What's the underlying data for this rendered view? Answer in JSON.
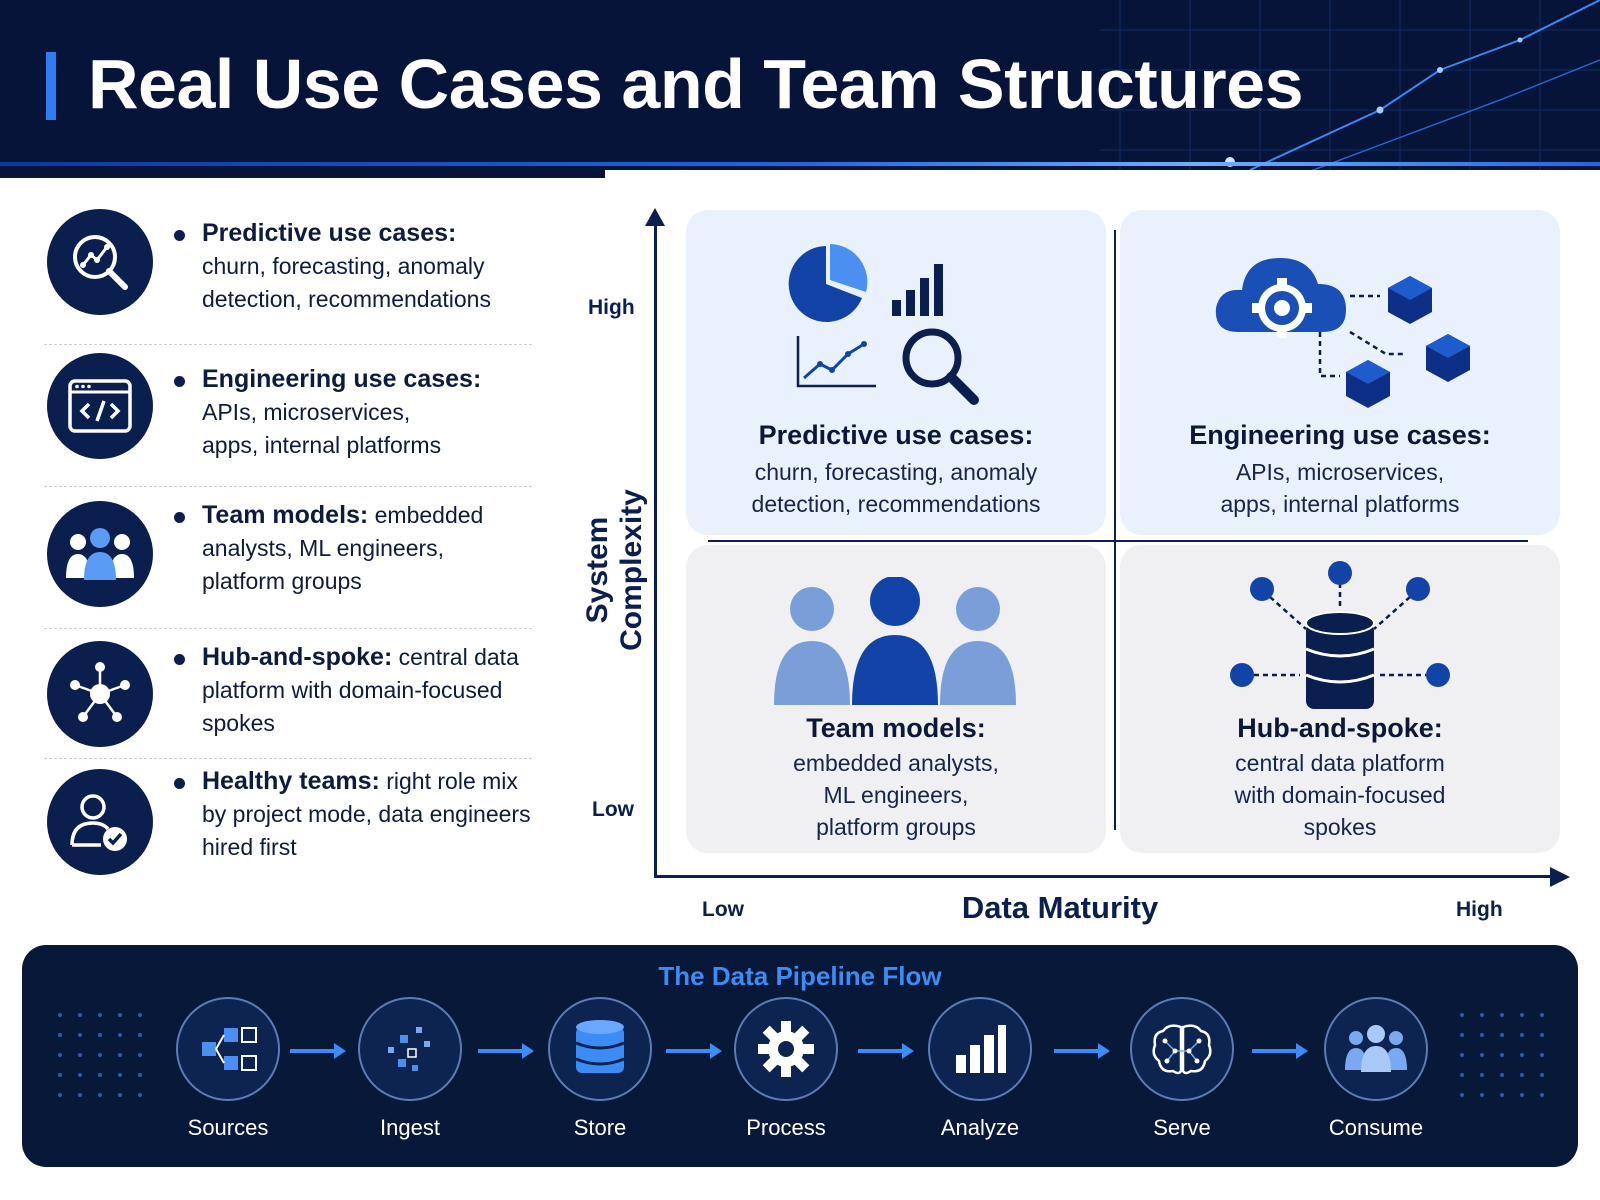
{
  "header": {
    "title": "Real Use Cases and Team Structures"
  },
  "left_items": [
    {
      "icon": "analytics-search-icon",
      "strong": "Predictive use cases:",
      "line1": "churn, forecasting, anomaly",
      "line2": "detection, recommendations"
    },
    {
      "icon": "code-window-icon",
      "strong": "Engineering use cases:",
      "line1": "APIs, microservices,",
      "line2": "apps, internal platforms"
    },
    {
      "icon": "team-icon",
      "strong": "Team models:",
      "rest": " embedded",
      "line1": "analysts, ML engineers,",
      "line2": "platform groups"
    },
    {
      "icon": "hub-network-icon",
      "strong": "Hub-and-spoke:",
      "rest": " central data",
      "line1": "platform with domain-focused",
      "line2": "spokes"
    },
    {
      "icon": "user-check-icon",
      "strong": "Healthy teams:",
      "rest": " right role mix",
      "line1": "by project mode, data engineers",
      "line2": "hired first"
    }
  ],
  "chart": {
    "y_title": "System Complexity",
    "x_title": "Data Maturity",
    "y_high": "High",
    "y_low": "Low",
    "x_low": "Low",
    "x_high": "High"
  },
  "quadrants": {
    "top_left": {
      "title": "Predictive use cases:",
      "line1": "churn, forecasting, anomaly",
      "line2": "detection, recommendations"
    },
    "top_right": {
      "title": "Engineering use cases:",
      "line1": "APIs, microservices,",
      "line2": "apps, internal platforms"
    },
    "bottom_left": {
      "title": "Team models:",
      "line1": "embedded analysts,",
      "line2": "ML engineers,",
      "line3": "platform groups"
    },
    "bottom_right": {
      "title": "Hub-and-spoke:",
      "line1": "central data platform",
      "line2": "with domain-focused",
      "line3": "spokes"
    }
  },
  "pipeline": {
    "title": "The Data Pipeline Flow",
    "steps": [
      {
        "label": "Sources",
        "icon": "sources-icon"
      },
      {
        "label": "Ingest",
        "icon": "ingest-icon"
      },
      {
        "label": "Store",
        "icon": "database-icon"
      },
      {
        "label": "Process",
        "icon": "gear-icon"
      },
      {
        "label": "Analyze",
        "icon": "bar-chart-icon"
      },
      {
        "label": "Serve",
        "icon": "brain-icon"
      },
      {
        "label": "Consume",
        "icon": "users-icon"
      }
    ]
  },
  "colors": {
    "navy": "#06143a",
    "accent": "#2f7cf0",
    "quad_top": "#e9f1fc",
    "quad_bottom": "#f0f0f3"
  }
}
